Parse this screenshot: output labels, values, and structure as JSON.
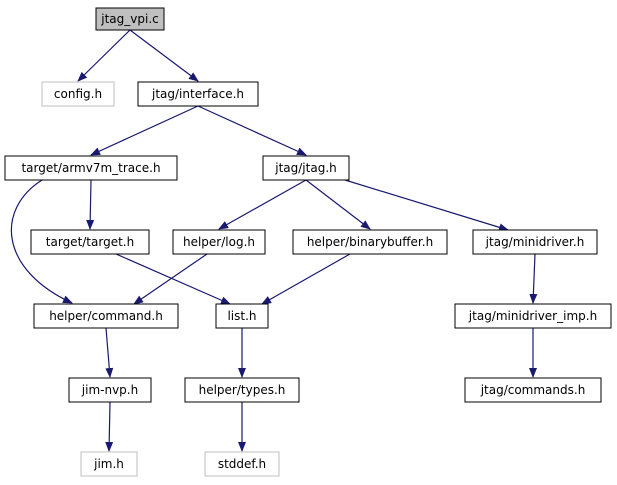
{
  "colors": {
    "edge": "#191970",
    "border": "#000000",
    "border_missing": "#bfbfbf",
    "highlight_fill": "#bfbfbf",
    "fill": "#ffffff",
    "text": "#000000"
  },
  "nodes": [
    {
      "id": "jtag_vpi_c",
      "label": "jtag_vpi.c",
      "style": "highlight"
    },
    {
      "id": "config_h",
      "label": "config.h",
      "style": "missing"
    },
    {
      "id": "jtag_interface_h",
      "label": "jtag/interface.h",
      "style": "normal"
    },
    {
      "id": "target_armv7m_trace_h",
      "label": "target/armv7m_trace.h",
      "style": "normal"
    },
    {
      "id": "jtag_jtag_h",
      "label": "jtag/jtag.h",
      "style": "normal"
    },
    {
      "id": "target_target_h",
      "label": "target/target.h",
      "style": "normal"
    },
    {
      "id": "helper_log_h",
      "label": "helper/log.h",
      "style": "normal"
    },
    {
      "id": "helper_binarybuffer_h",
      "label": "helper/binarybuffer.h",
      "style": "normal"
    },
    {
      "id": "jtag_minidriver_h",
      "label": "jtag/minidriver.h",
      "style": "normal"
    },
    {
      "id": "helper_command_h",
      "label": "helper/command.h",
      "style": "normal"
    },
    {
      "id": "list_h",
      "label": "list.h",
      "style": "normal"
    },
    {
      "id": "jtag_minidriver_imp_h",
      "label": "jtag/minidriver_imp.h",
      "style": "normal"
    },
    {
      "id": "jim_nvp_h",
      "label": "jim-nvp.h",
      "style": "normal"
    },
    {
      "id": "helper_types_h",
      "label": "helper/types.h",
      "style": "normal"
    },
    {
      "id": "jtag_commands_h",
      "label": "jtag/commands.h",
      "style": "normal"
    },
    {
      "id": "jim_h",
      "label": "jim.h",
      "style": "missing"
    },
    {
      "id": "stddef_h",
      "label": "stddef.h",
      "style": "missing"
    }
  ],
  "edges": [
    {
      "from": "jtag_vpi_c",
      "to": "config_h"
    },
    {
      "from": "jtag_vpi_c",
      "to": "jtag_interface_h"
    },
    {
      "from": "jtag_interface_h",
      "to": "target_armv7m_trace_h"
    },
    {
      "from": "jtag_interface_h",
      "to": "jtag_jtag_h"
    },
    {
      "from": "target_armv7m_trace_h",
      "to": "target_target_h"
    },
    {
      "from": "target_armv7m_trace_h",
      "to": "helper_command_h"
    },
    {
      "from": "jtag_jtag_h",
      "to": "helper_log_h"
    },
    {
      "from": "jtag_jtag_h",
      "to": "helper_binarybuffer_h"
    },
    {
      "from": "jtag_jtag_h",
      "to": "jtag_minidriver_h"
    },
    {
      "from": "target_target_h",
      "to": "list_h"
    },
    {
      "from": "helper_log_h",
      "to": "helper_command_h"
    },
    {
      "from": "helper_binarybuffer_h",
      "to": "list_h"
    },
    {
      "from": "jtag_minidriver_h",
      "to": "jtag_minidriver_imp_h"
    },
    {
      "from": "helper_command_h",
      "to": "jim_nvp_h"
    },
    {
      "from": "list_h",
      "to": "helper_types_h"
    },
    {
      "from": "jtag_minidriver_imp_h",
      "to": "jtag_commands_h"
    },
    {
      "from": "jim_nvp_h",
      "to": "jim_h"
    },
    {
      "from": "helper_types_h",
      "to": "stddef_h"
    }
  ]
}
